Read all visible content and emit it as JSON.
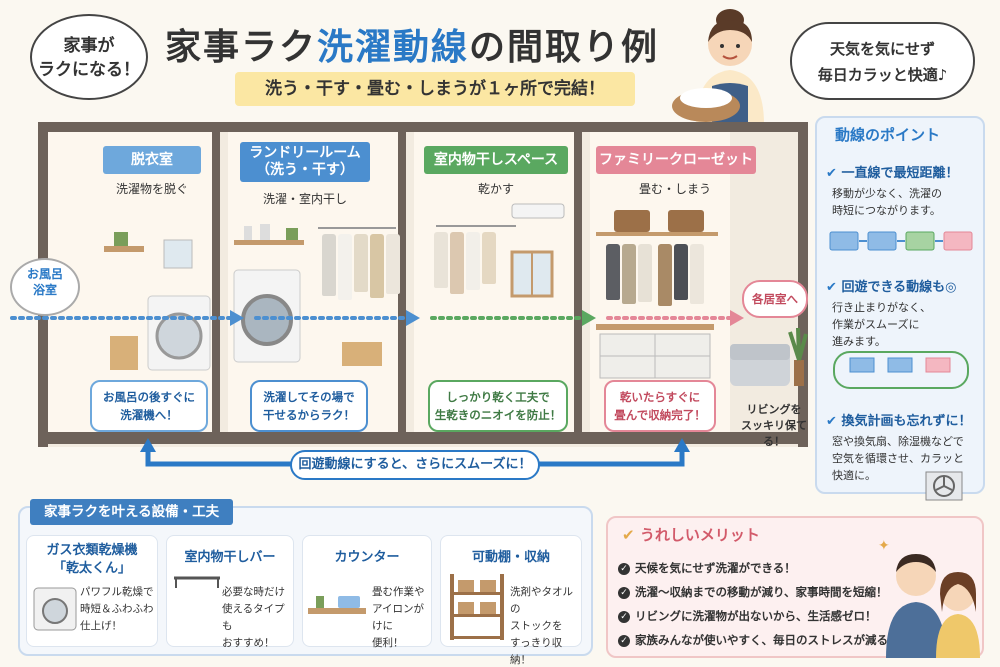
{
  "header": {
    "bubble_left": [
      "家事が",
      "ラクになる！"
    ],
    "title_pre": "家事ラク",
    "title_blue": "洗濯動線",
    "title_post": "の間取り例",
    "subtitle": "洗う・干す・畳む・しまうが１ヶ所で完結！",
    "bubble_right": [
      "天気を気にせず",
      "毎日カラッと快適♪"
    ]
  },
  "house": {
    "left_entry": [
      "お風呂",
      "浴室"
    ],
    "right_exit": "各居室へ",
    "living_note": [
      "リビングを",
      "スッキリ保てる！"
    ],
    "loop_label": "回遊動線にすると、さらにスムーズに！",
    "rooms": [
      {
        "label": "脱衣室",
        "desc": "洗濯物を脱ぐ",
        "note": [
          "お風呂の後すぐに",
          "洗濯機へ！"
        ],
        "color": "#6ea8dc"
      },
      {
        "label": [
          "ランドリールーム",
          "（洗う・干す）"
        ],
        "desc": "洗濯・室内干し",
        "note": [
          "洗濯してその場で",
          "干せるからラク！"
        ],
        "color": "#4c8fd0"
      },
      {
        "label": "室内物干しスペース",
        "desc": "乾かす",
        "note": [
          "しっかり乾く工夫で",
          "生乾きのニオイを防止！"
        ],
        "color": "#5aa860"
      },
      {
        "label": "ファミリークローゼット",
        "desc": "畳む・しまう",
        "note": [
          "乾いたらすぐに",
          "畳んで収納完了！"
        ],
        "color": "#e48797"
      }
    ]
  },
  "points": {
    "title": "動線のポイント",
    "items": [
      {
        "heading": "一直線で最短距離！",
        "text": [
          "移動が少なく、洗濯の",
          "時短につながります。"
        ]
      },
      {
        "heading": "回遊できる動線も◎",
        "text": [
          "行き止まりがなく、",
          "作業がスムーズに",
          "進みます。"
        ]
      },
      {
        "heading": "換気計画も忘れずに！",
        "text": [
          "窓や換気扇、除湿機などで",
          "空気を循環させ、カラッと",
          "快適に。"
        ]
      }
    ]
  },
  "equipment": {
    "title": "家事ラクを叶える設備・工夫",
    "cards": [
      {
        "heading": [
          "ガス衣類乾燥機",
          "「乾太くん」"
        ],
        "text": [
          "パワフル乾燥で",
          "時短＆ふわふわ",
          "仕上げ！"
        ]
      },
      {
        "heading": [
          "室内物干しバー"
        ],
        "text": [
          "必要な時だけ",
          "使えるタイプも",
          "おすすめ！"
        ]
      },
      {
        "heading": [
          "カウンター"
        ],
        "text": [
          "畳む作業や",
          "アイロンがけに",
          "便利！"
        ]
      },
      {
        "heading": [
          "可動棚・収納"
        ],
        "text": [
          "洗剤やタオルの",
          "ストックを",
          "すっきり収納！"
        ]
      }
    ]
  },
  "merits": {
    "title": "うれしいメリット",
    "items": [
      "天候を気にせず洗濯ができる！",
      "洗濯〜収納までの移動が減り、家事時間を短縮！",
      "リビングに洗濯物が出ないから、生活感ゼロ！",
      "家族みんなが使いやすく、毎日のストレスが減る！"
    ]
  },
  "colors": {
    "accent_blue": "#2a79c6",
    "green": "#5aa860",
    "pink": "#e48797",
    "yellow": "#fbe7a3"
  }
}
